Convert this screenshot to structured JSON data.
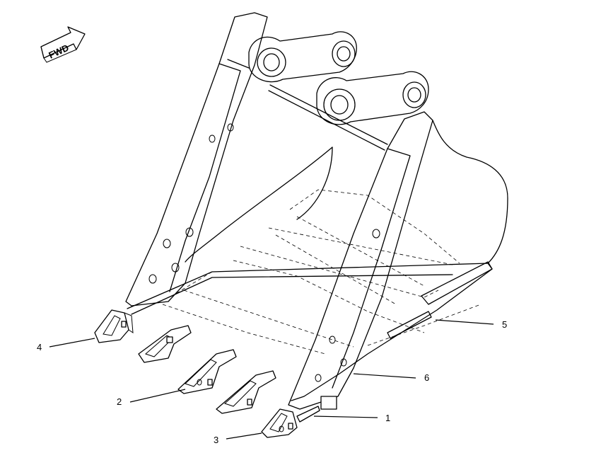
{
  "orientation": {
    "label": "FWD"
  },
  "callouts": [
    "1",
    "2",
    "3",
    "4",
    "5",
    "6"
  ]
}
